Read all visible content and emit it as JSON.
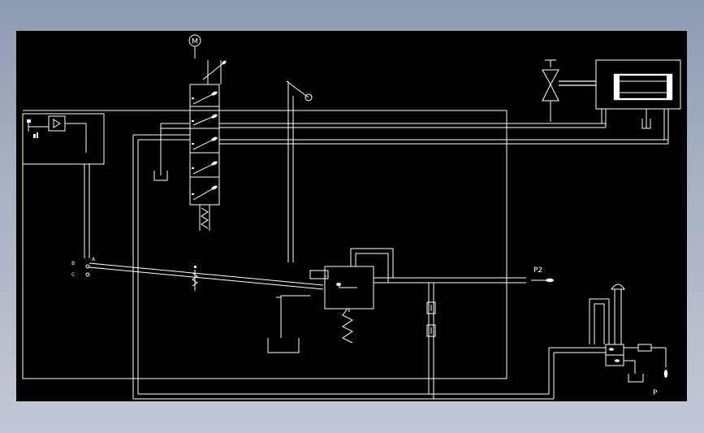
{
  "diagram": {
    "labels": {
      "motor": "M",
      "outlet": "P2",
      "source": "P",
      "marker_a": "A",
      "marker_b": "B",
      "marker_c": "C"
    },
    "colors": {
      "background": "#000000",
      "lines": "#ffffff",
      "frame_gradient_top": "#8f9bb0",
      "frame_gradient_bottom": "#c3c8d6"
    },
    "icons": [
      "motor-icon",
      "directional-valve-icon",
      "globe-valve-icon",
      "cylinder-icon",
      "relief-valve-icon",
      "amplifier-icon",
      "pressure-gauge-icon",
      "lever-icon",
      "tank-icon"
    ]
  }
}
